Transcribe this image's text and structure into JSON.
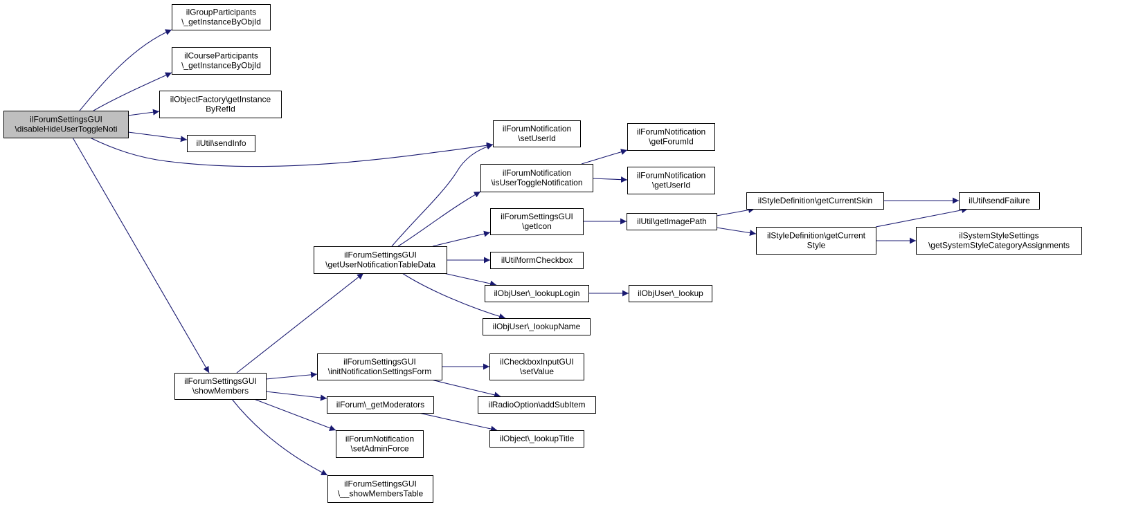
{
  "colors": {
    "edge": "#191970",
    "root_fill": "#bfbfbf",
    "node_fill": "#ffffff",
    "border": "#000000"
  },
  "nodes": [
    {
      "id": "n0",
      "lines": [
        "ilForumSettingsGUI",
        "\\disableHideUserToggleNoti"
      ],
      "root": true
    },
    {
      "id": "n1",
      "lines": [
        "ilGroupParticipants",
        "\\_getInstanceByObjId"
      ]
    },
    {
      "id": "n2",
      "lines": [
        "ilCourseParticipants",
        "\\_getInstanceByObjId"
      ]
    },
    {
      "id": "n3",
      "lines": [
        "ilObjectFactory\\getInstance",
        "ByRefId"
      ]
    },
    {
      "id": "n4",
      "lines": [
        "ilUtil\\sendInfo"
      ]
    },
    {
      "id": "n5",
      "lines": [
        "ilForumNotification",
        "\\setUserId"
      ]
    },
    {
      "id": "n6",
      "lines": [
        "ilForumSettingsGUI",
        "\\showMembers"
      ]
    },
    {
      "id": "n7",
      "lines": [
        "ilForumSettingsGUI",
        "\\getUserNotificationTableData"
      ]
    },
    {
      "id": "n8",
      "lines": [
        "ilForumNotification",
        "\\isUserToggleNotification"
      ]
    },
    {
      "id": "n9",
      "lines": [
        "ilForumSettingsGUI",
        "\\getIcon"
      ]
    },
    {
      "id": "n10",
      "lines": [
        "ilUtil\\formCheckbox"
      ]
    },
    {
      "id": "n11",
      "lines": [
        "ilObjUser\\_lookupLogin"
      ]
    },
    {
      "id": "n12",
      "lines": [
        "ilObjUser\\_lookupName"
      ]
    },
    {
      "id": "n13",
      "lines": [
        "ilForumNotification",
        "\\getForumId"
      ]
    },
    {
      "id": "n14",
      "lines": [
        "ilForumNotification",
        "\\getUserId"
      ]
    },
    {
      "id": "n15",
      "lines": [
        "ilUtil\\getImagePath"
      ]
    },
    {
      "id": "n16",
      "lines": [
        "ilStyleDefinition\\getCurrentSkin"
      ]
    },
    {
      "id": "n17",
      "lines": [
        "ilStyleDefinition\\getCurrent",
        "Style"
      ]
    },
    {
      "id": "n18",
      "lines": [
        "ilUtil\\sendFailure"
      ]
    },
    {
      "id": "n19",
      "lines": [
        "ilSystemStyleSettings",
        "\\getSystemStyleCategoryAssignments"
      ]
    },
    {
      "id": "n20",
      "lines": [
        "ilObjUser\\_lookup"
      ]
    },
    {
      "id": "n21",
      "lines": [
        "ilForumSettingsGUI",
        "\\initNotificationSettingsForm"
      ]
    },
    {
      "id": "n22",
      "lines": [
        "ilForum\\_getModerators"
      ]
    },
    {
      "id": "n23",
      "lines": [
        "ilForumNotification",
        "\\setAdminForce"
      ]
    },
    {
      "id": "n24",
      "lines": [
        "ilForumSettingsGUI",
        "\\__showMembersTable"
      ]
    },
    {
      "id": "n25",
      "lines": [
        "ilCheckboxInputGUI",
        "\\setValue"
      ]
    },
    {
      "id": "n26",
      "lines": [
        "ilRadioOption\\addSubItem"
      ]
    },
    {
      "id": "n27",
      "lines": [
        "ilObject\\_lookupTitle"
      ]
    }
  ],
  "edges": [
    [
      "n0",
      "n1"
    ],
    [
      "n0",
      "n2"
    ],
    [
      "n0",
      "n3"
    ],
    [
      "n0",
      "n4"
    ],
    [
      "n0",
      "n5"
    ],
    [
      "n0",
      "n6"
    ],
    [
      "n6",
      "n7"
    ],
    [
      "n6",
      "n21"
    ],
    [
      "n6",
      "n22"
    ],
    [
      "n6",
      "n23"
    ],
    [
      "n6",
      "n24"
    ],
    [
      "n7",
      "n5"
    ],
    [
      "n7",
      "n8"
    ],
    [
      "n7",
      "n9"
    ],
    [
      "n7",
      "n10"
    ],
    [
      "n7",
      "n11"
    ],
    [
      "n7",
      "n12"
    ],
    [
      "n8",
      "n13"
    ],
    [
      "n8",
      "n14"
    ],
    [
      "n9",
      "n15"
    ],
    [
      "n15",
      "n16"
    ],
    [
      "n15",
      "n17"
    ],
    [
      "n16",
      "n18"
    ],
    [
      "n17",
      "n18"
    ],
    [
      "n17",
      "n19"
    ],
    [
      "n11",
      "n20"
    ],
    [
      "n21",
      "n25"
    ],
    [
      "n21",
      "n26"
    ],
    [
      "n22",
      "n27"
    ]
  ]
}
